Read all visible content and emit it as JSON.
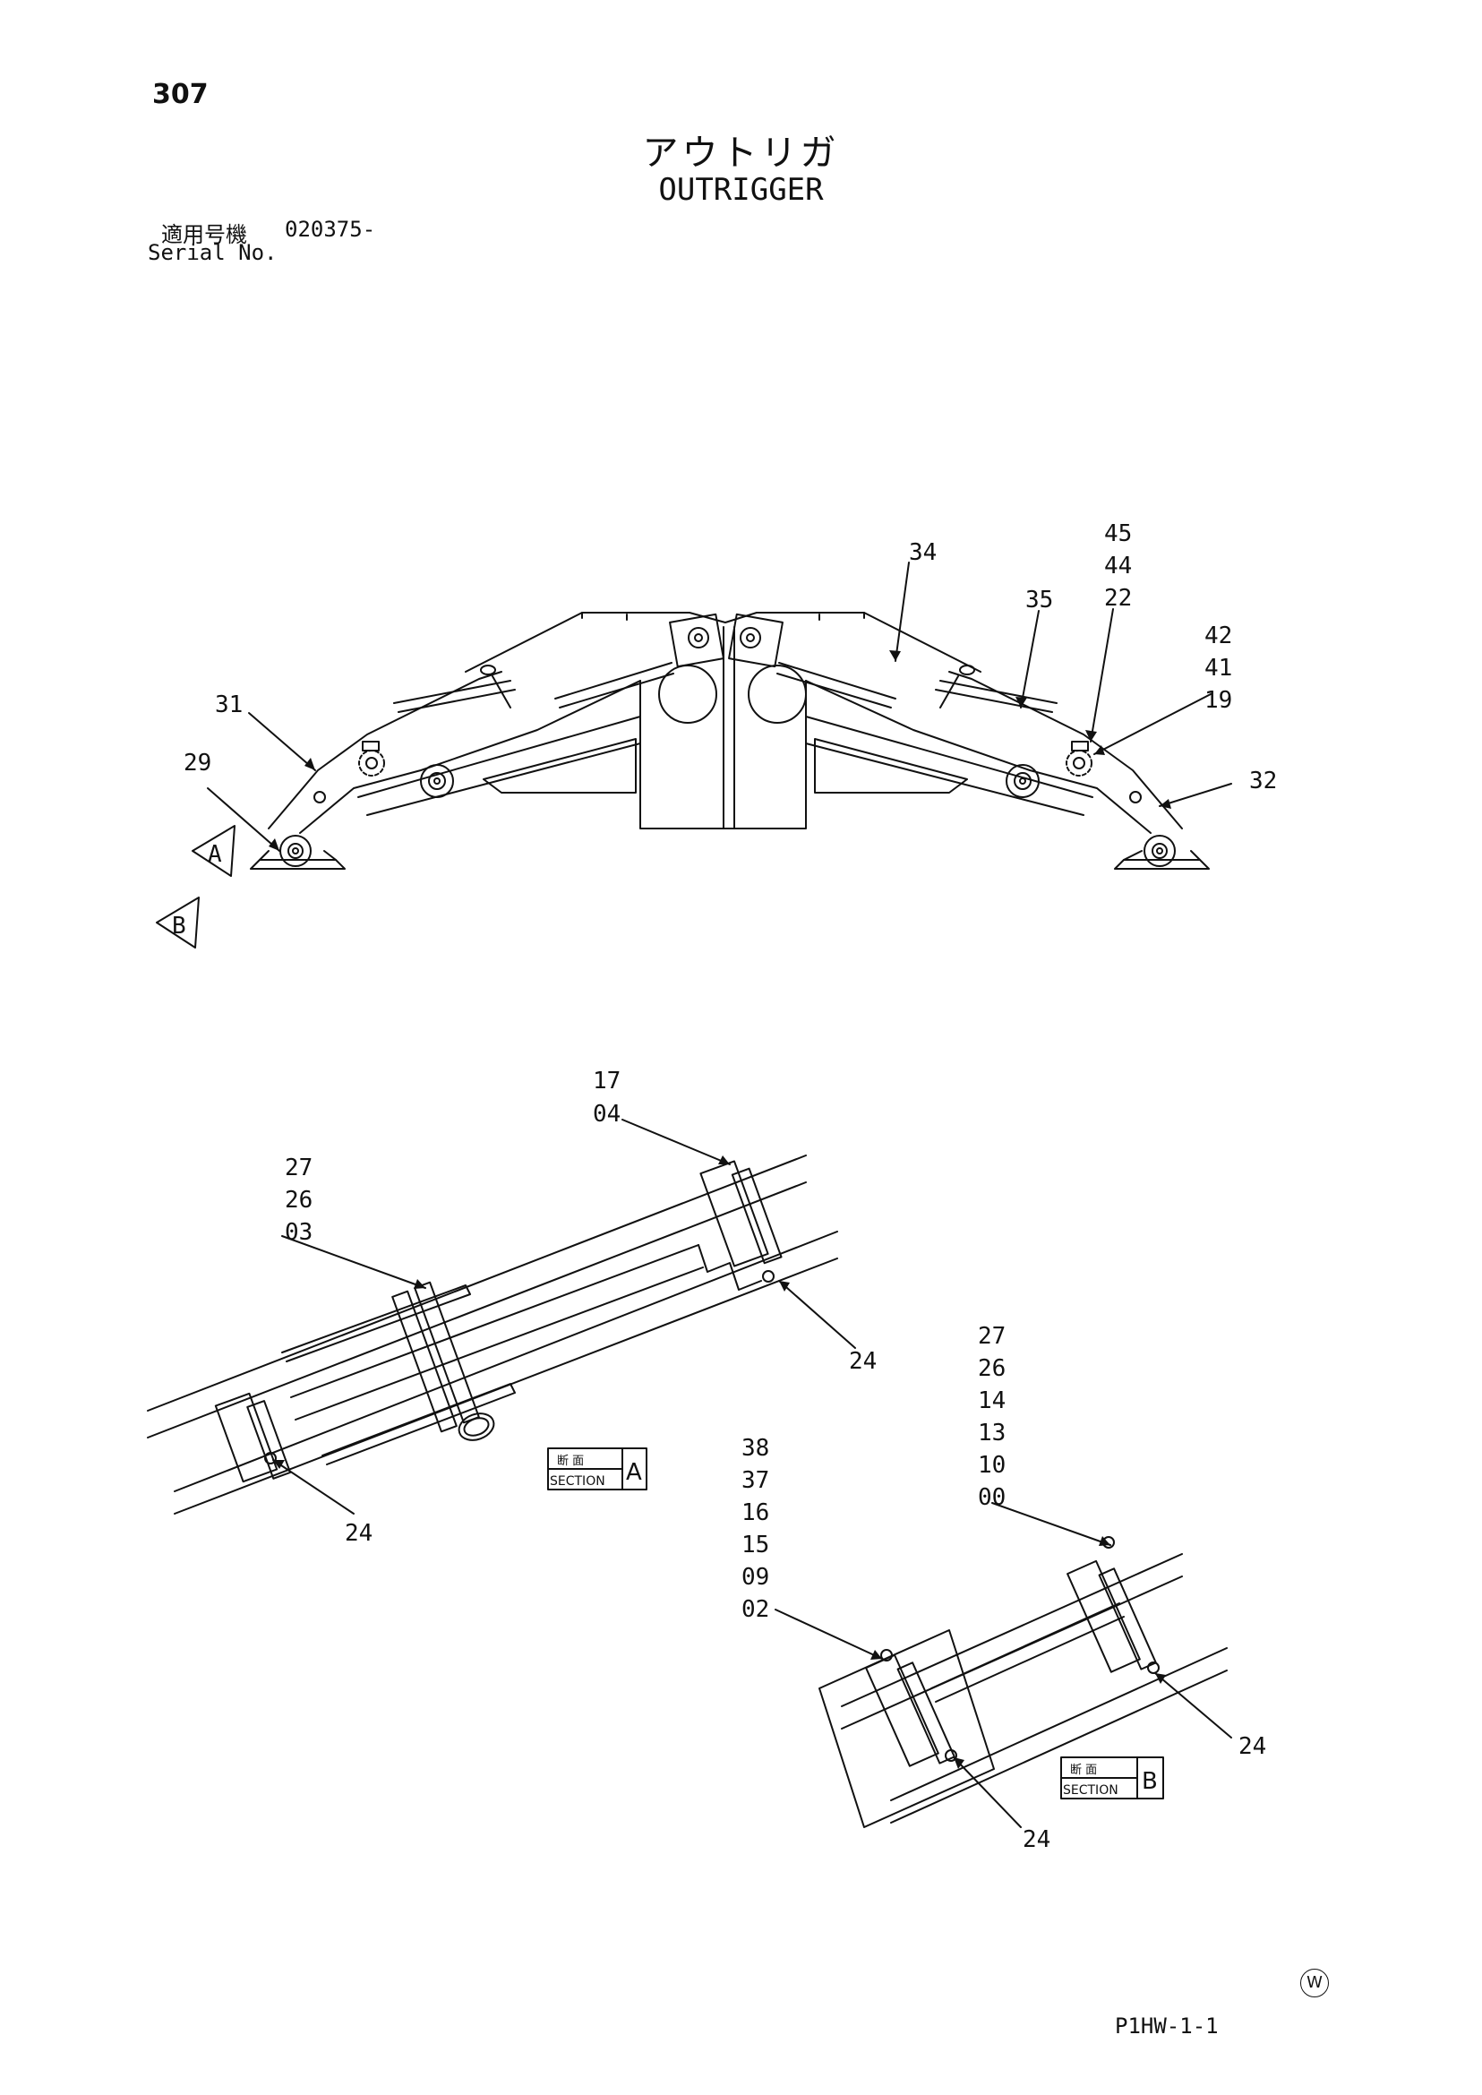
{
  "page": {
    "number": "307",
    "title_jp": "アウトリガ",
    "title_en": "OUTRIGGER"
  },
  "serial": {
    "label_jp": "適用号機",
    "value": "020375-",
    "label_en": "Serial No."
  },
  "footer": {
    "code": "P1HW-1-1",
    "mark": "W"
  },
  "view_markers": {
    "a": "A",
    "b": "B"
  },
  "main_view": {
    "callouts": {
      "c34": "34",
      "c35": "35",
      "c45": "45",
      "c44": "44",
      "c22": "22",
      "c42": "42",
      "c41": "41",
      "c19": "19",
      "c31": "31",
      "c29": "29",
      "c32": "32"
    }
  },
  "section_a": {
    "label_jp": "断 面",
    "label_en": "SECTION",
    "letter": "A",
    "callouts": {
      "c17": "17",
      "c04": "04",
      "c27": "27",
      "c26": "26",
      "c03": "03",
      "c24_right": "24",
      "c24_left": "24"
    }
  },
  "section_b": {
    "label_jp": "断 面",
    "label_en": "SECTION",
    "letter": "B",
    "callouts": {
      "c27": "27",
      "c26": "26",
      "c14": "14",
      "c13": "13",
      "c10": "10",
      "c00": "00",
      "c38": "38",
      "c37": "37",
      "c16": "16",
      "c15": "15",
      "c09": "09",
      "c02": "02",
      "c24_right": "24",
      "c24_bottom": "24"
    }
  }
}
